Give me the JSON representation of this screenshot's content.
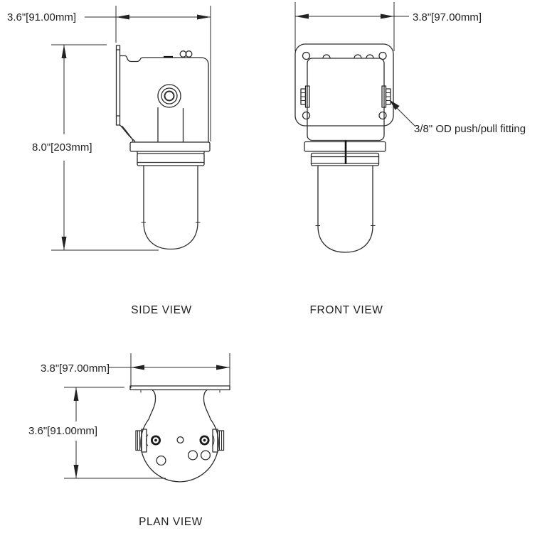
{
  "drawing": {
    "background": "#ffffff",
    "line_color": "#2b2b2b",
    "side_view": {
      "label": "SIDE VIEW",
      "width_dim": "3.6\"[91.00mm]",
      "height_dim": "8.0\"[203mm]"
    },
    "front_view": {
      "label": "FRONT VIEW",
      "width_dim": "3.8\"[97.00mm]",
      "fitting_note": "3/8\" OD push/pull  fitting"
    },
    "plan_view": {
      "label": "PLAN VIEW",
      "width_dim": "3.8\"[97.00mm]",
      "depth_dim": "3.6\"[91.00mm]"
    }
  }
}
